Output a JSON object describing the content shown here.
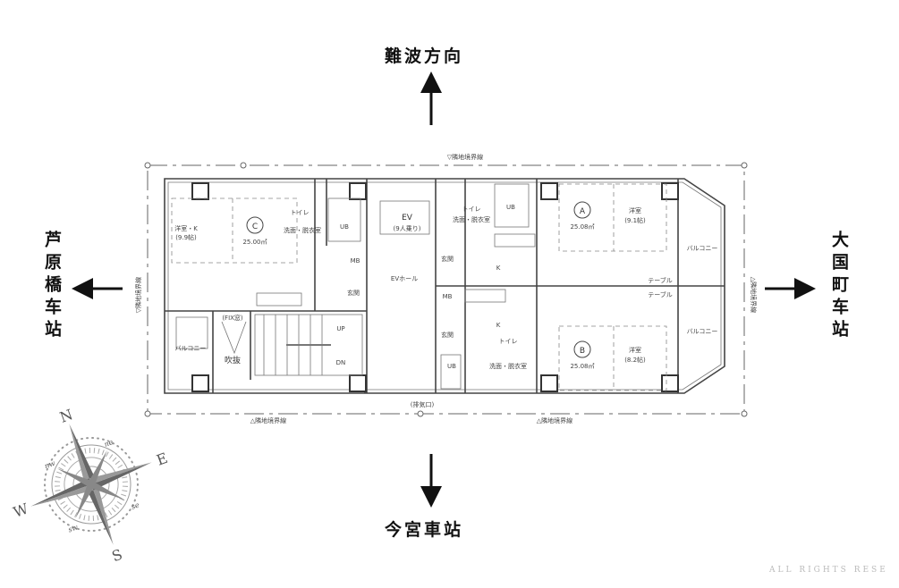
{
  "directions": {
    "north": "難波方向",
    "south": "今宮車站",
    "west": "芦原橋车站",
    "east": "大国町车站"
  },
  "boundary": {
    "top": "▽隣地境界線",
    "bottom_left": "△隣地境界線",
    "bottom_right": "△隣地境界線",
    "left": "▽隣地境界線",
    "right": "△隣地境界線"
  },
  "units": {
    "C": {
      "letter": "C",
      "area": "25.00㎡",
      "room": "洋室・K",
      "size": "(9.9帖)"
    },
    "A": {
      "letter": "A",
      "area": "25.08㎡",
      "room": "洋室",
      "size": "(9.1帖)"
    },
    "B": {
      "letter": "B",
      "area": "25.08㎡",
      "room": "洋室",
      "size": "(8.2帖)"
    }
  },
  "labels": {
    "toilet": "トイレ",
    "washroom": "洗面・脱衣室",
    "ub": "UB",
    "ev": "EV",
    "ev_cap": "(9人乗り)",
    "mb": "MB",
    "ev_hall": "EVホール",
    "entrance": "玄関",
    "kitchen": "K",
    "fix": "(FIX窓)",
    "void": "吹抜",
    "up": "UP",
    "dn": "DN",
    "balcony": "バルコニー",
    "exhaust": "(排気口)",
    "table": "テーブル"
  },
  "compass": {
    "n": "N",
    "e": "E",
    "s": "S",
    "w": "W",
    "ne": "ne",
    "nw": "nw",
    "se": "se",
    "sw": "sw"
  },
  "footer": "ALL RIGHTS RESE"
}
